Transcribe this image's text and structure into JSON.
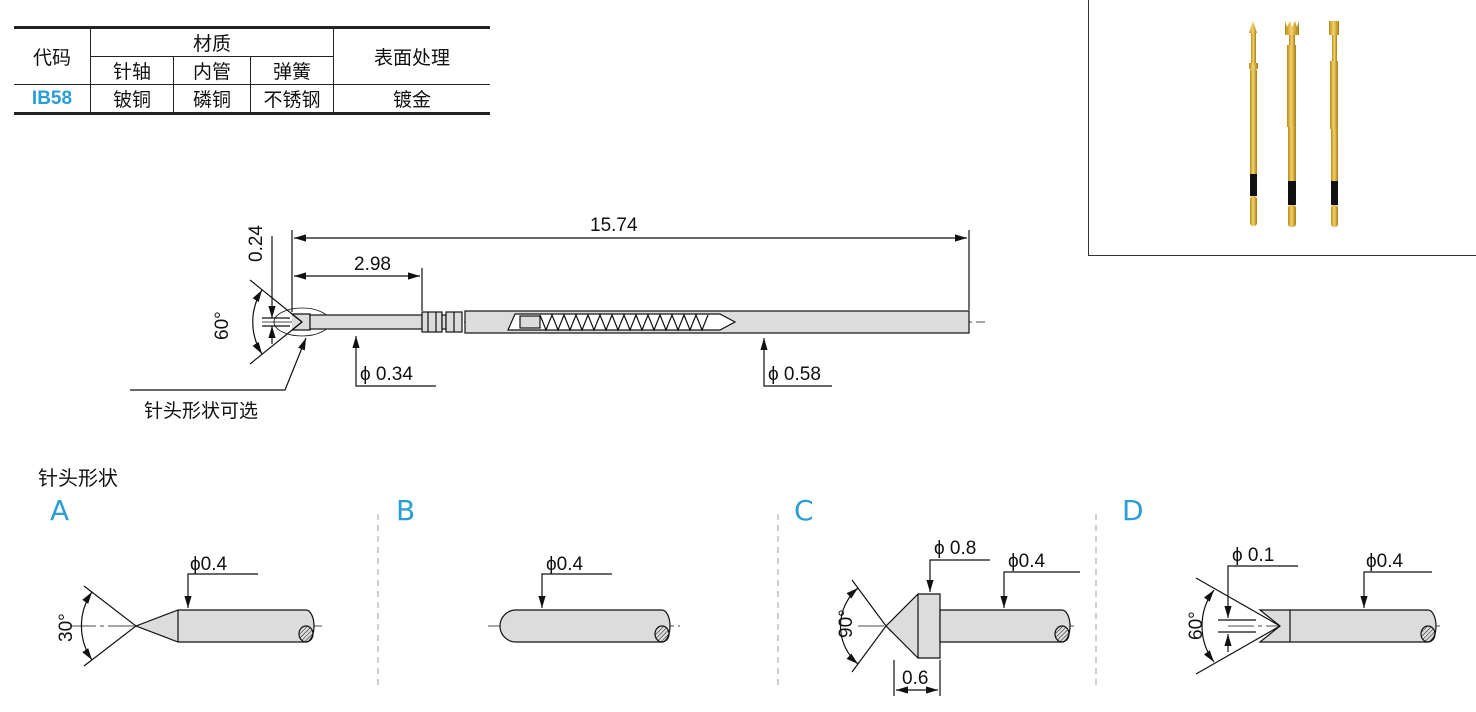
{
  "table": {
    "header_code": "代码",
    "header_material": "材质",
    "header_surface": "表面处理",
    "sub_shaft": "针轴",
    "sub_tube": "内管",
    "sub_spring": "弹簧",
    "row_code": "IB58",
    "row_shaft": "铍铜",
    "row_tube": "磷铜",
    "row_spring": "不锈钢",
    "row_surface": "镀金"
  },
  "main_drawing": {
    "dim_total": "15.74",
    "dim_head": "2.98",
    "dim_tip": "0.24",
    "angle": "60°",
    "dia_shaft": "ϕ 0.34",
    "dia_body": "ϕ 0.58",
    "note": "针头形状可选"
  },
  "tip_section": {
    "title": "针头形状",
    "A": {
      "letter": "A",
      "dia": "ϕ0.4",
      "angle": "30°"
    },
    "B": {
      "letter": "B",
      "dia": "ϕ0.4"
    },
    "C": {
      "letter": "C",
      "dia_head": "ϕ 0.8",
      "dia": "ϕ0.4",
      "angle": "90°",
      "len": "0.6"
    },
    "D": {
      "letter": "D",
      "dia_tip": "ϕ 0.1",
      "dia": "ϕ0.4",
      "angle": "60°"
    }
  },
  "colors": {
    "accent": "#2a9ed4",
    "gold": "#e2b63a",
    "body": "#dcdcdc"
  }
}
